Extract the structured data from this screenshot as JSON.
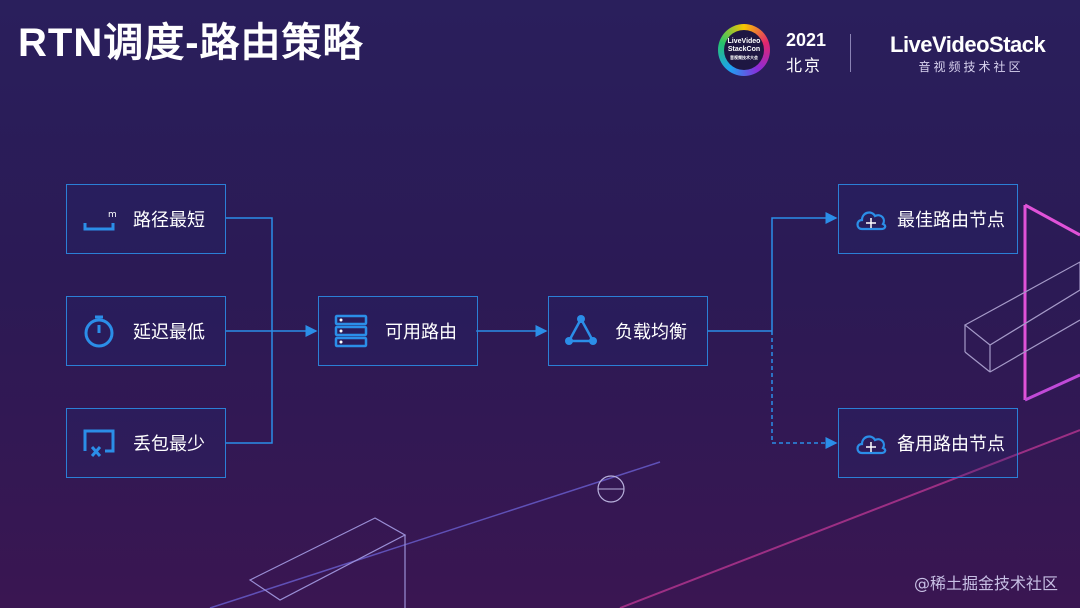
{
  "header": {
    "title": "RTN调度-路由策略",
    "event_logo_text": [
      "LiveVideo",
      "StackCon",
      "音视频技术大会"
    ],
    "event_year": "2021",
    "event_city": "北京",
    "brand_name": "LiveVideoStack",
    "brand_sub": "音视频技术社区"
  },
  "diagram": {
    "inputs": [
      {
        "label": "路径最短",
        "icon": "ruler-icon"
      },
      {
        "label": "延迟最低",
        "icon": "stopwatch-icon"
      },
      {
        "label": "丢包最少",
        "icon": "packet-loss-icon"
      }
    ],
    "route": {
      "label": "可用路由",
      "icon": "server-stack-icon"
    },
    "balance": {
      "label": "负载均衡",
      "icon": "load-balance-icon"
    },
    "outputs": [
      {
        "label": "最佳路由节点",
        "icon": "cloud-node-icon",
        "link": "solid"
      },
      {
        "label": "备用路由节点",
        "icon": "cloud-node-icon",
        "link": "dashed"
      }
    ],
    "line_color": "#2b8ee8"
  },
  "footer": {
    "watermark": "@稀土掘金技术社区"
  }
}
